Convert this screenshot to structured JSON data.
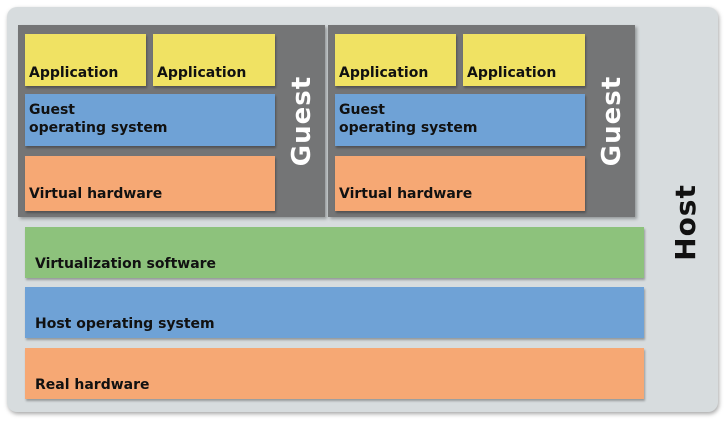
{
  "host": {
    "label": "Host",
    "virtualization_software": "Virtualization software",
    "host_os": "Host operating system",
    "real_hardware": "Real hardware"
  },
  "guests": [
    {
      "label": "Guest",
      "apps": [
        "Application",
        "Application"
      ],
      "guest_os": "Guest\noperating system",
      "virtual_hardware": "Virtual hardware"
    },
    {
      "label": "Guest",
      "apps": [
        "Application",
        "Application"
      ],
      "guest_os": "Guest\noperating system",
      "virtual_hardware": "Virtual hardware"
    }
  ],
  "colors": {
    "host_background": "#d7dcde",
    "guest_background": "#747576",
    "application": "#f0e263",
    "operating_system": "#6fa2d6",
    "hardware": "#f6a874",
    "virtualization": "#8dc27c"
  }
}
